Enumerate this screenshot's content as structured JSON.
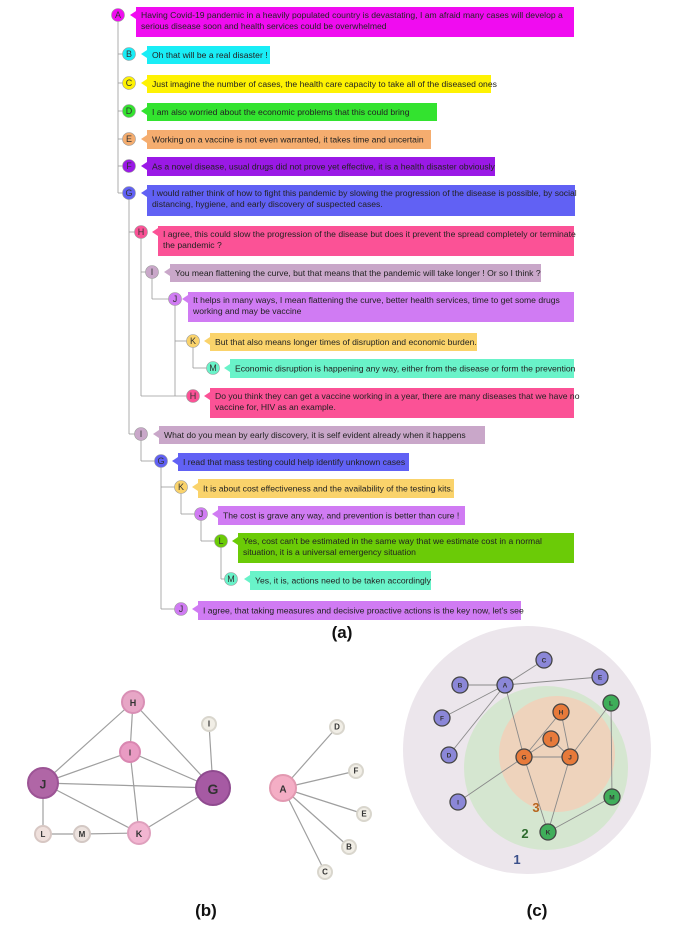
{
  "panel_labels": {
    "a": "(a)",
    "b": "(b)",
    "c": "(c)"
  },
  "thread": [
    {
      "id": "A",
      "lines": [
        "Having Covid-19 pandemic in a heavily populated country is devastating, I am afraid many cases will develop a",
        "serious disease soon and health services could be overwhelmed"
      ],
      "color": "#f00cf0",
      "avatar": "#f00cf0"
    },
    {
      "id": "B",
      "lines": [
        "Oh that will be a real disaster !"
      ],
      "color": "#19edf6",
      "avatar": "#19edf6"
    },
    {
      "id": "C",
      "lines": [
        "Just imagine the number of cases, the health care capacity to take all of the diseased ones"
      ],
      "color": "#fef203",
      "avatar": "#fef203"
    },
    {
      "id": "D",
      "lines": [
        "I am also worried about the economic problems that this could bring"
      ],
      "color": "#33e32f",
      "avatar": "#33e32f"
    },
    {
      "id": "E",
      "lines": [
        "Working on a vaccine is not even warranted, it takes time and uncertain"
      ],
      "color": "#f5ad6f",
      "avatar": "#f5ad6f"
    },
    {
      "id": "F",
      "lines": [
        "As a novel disease, usual drugs did not prove yet effective, it is a health disaster obviously"
      ],
      "color": "#9a19e6",
      "avatar": "#9a19e6"
    },
    {
      "id": "G",
      "lines": [
        "I would rather think of how to fight this pandemic by slowing the progression of the disease is possible, by social",
        "distancing, hygiene, and early discovery of suspected cases."
      ],
      "color": "#6161f4",
      "avatar": "#6161f4"
    },
    {
      "id": "H",
      "lines": [
        "I agree, this could slow the progression of the disease but does it prevent the spread completely or terminate",
        "the pandemic ?"
      ],
      "color": "#fb5296",
      "avatar": "#fb5296"
    },
    {
      "id": "I",
      "lines": [
        "You mean flattening the curve, but that means that the pandemic will take longer ! Or so I think ?"
      ],
      "color": "#c9a7c9",
      "avatar": "#c9a7c9"
    },
    {
      "id": "J",
      "lines": [
        "It helps in many ways, I mean flattening the curve, better health services, time to get some drugs",
        "working and may be vaccine"
      ],
      "color": "#d07bf3",
      "avatar": "#d07bf3"
    },
    {
      "id": "K",
      "lines": [
        "But that also means longer times of disruption and economic burden."
      ],
      "color": "#fad36b",
      "avatar": "#fad36b"
    },
    {
      "id": "M",
      "lines": [
        "Economic disruption is happening any way, either from the disease or form the prevention"
      ],
      "color": "#69f3c9",
      "avatar": "#69f3c9"
    },
    {
      "id": "H",
      "lines": [
        "Do you think they can get a vaccine working in a year, there are many diseases that we have no",
        "vaccine for, HIV as an example."
      ],
      "color": "#fb5296",
      "avatar": "#fb5296"
    },
    {
      "id": "I",
      "lines": [
        "What do you mean by early discovery, it is self evident already when it happens"
      ],
      "color": "#c9a7c9",
      "avatar": "#c9a7c9"
    },
    {
      "id": "G",
      "lines": [
        "I read that mass testing could help identify unknown cases"
      ],
      "color": "#6161f4",
      "avatar": "#6161f4"
    },
    {
      "id": "K",
      "lines": [
        "It is about cost effectiveness and the availability of the testing kits."
      ],
      "color": "#fad36b",
      "avatar": "#fad36b"
    },
    {
      "id": "J",
      "lines": [
        "The cost is grave any way, and prevention is better than cure !"
      ],
      "color": "#d07bf3",
      "avatar": "#d07bf3"
    },
    {
      "id": "L",
      "lines": [
        "Yes, cost can't be estimated in the same way that we estimate cost in a normal",
        "situation, it is a universal emergency situation"
      ],
      "color": "#6bcb07",
      "avatar": "#6bcb07"
    },
    {
      "id": "M",
      "lines": [
        "Yes, it is, actions need to be taken accordingly"
      ],
      "color": "#69f3c9",
      "avatar": "#69f3c9"
    },
    {
      "id": "J",
      "lines": [
        "I agree, that taking measures and decisive proactive actions is the key now, let's see"
      ],
      "color": "#d07bf3",
      "avatar": "#d07bf3"
    }
  ],
  "graph_b": {
    "nodes": [
      {
        "id": "H",
        "fill": "#e7a6c6",
        "stroke": "#d98fb5"
      },
      {
        "id": "I",
        "fill": "#e99bc3",
        "stroke": "#d987b1"
      },
      {
        "id": "J",
        "fill": "#b066a6",
        "stroke": "#9c5495"
      },
      {
        "id": "G",
        "fill": "#a65aa3",
        "stroke": "#8f4a8f"
      },
      {
        "id": "K",
        "fill": "#f2b5d1",
        "stroke": "#dfa0bd"
      },
      {
        "id": "L",
        "fill": "#efe0dc",
        "stroke": "#d7c7c3"
      },
      {
        "id": "M",
        "fill": "#ece2de",
        "stroke": "#d3c8c4"
      },
      {
        "id": "I",
        "fill": "#f1eee6",
        "stroke": "#d9d6cd"
      },
      {
        "id": "A",
        "fill": "#f4aec5",
        "stroke": "#e299b1"
      },
      {
        "id": "D",
        "fill": "#f1eee6",
        "stroke": "#d9d6cd"
      },
      {
        "id": "F",
        "fill": "#f1eee6",
        "stroke": "#d9d6cd"
      },
      {
        "id": "E",
        "fill": "#f1eee6",
        "stroke": "#d9d6cd"
      },
      {
        "id": "B",
        "fill": "#f1eee6",
        "stroke": "#d9d6cd"
      },
      {
        "id": "C",
        "fill": "#f1eee6",
        "stroke": "#d9d6cd"
      }
    ],
    "edges": [
      [
        0,
        1
      ],
      [
        0,
        3
      ],
      [
        0,
        2
      ],
      [
        1,
        2
      ],
      [
        1,
        3
      ],
      [
        1,
        4
      ],
      [
        2,
        3
      ],
      [
        2,
        4
      ],
      [
        2,
        5
      ],
      [
        5,
        6
      ],
      [
        6,
        4
      ],
      [
        4,
        3
      ],
      [
        7,
        3
      ],
      [
        8,
        9
      ],
      [
        8,
        10
      ],
      [
        8,
        11
      ],
      [
        8,
        12
      ],
      [
        8,
        13
      ]
    ]
  },
  "graph_c": {
    "ring_labels": [
      "1",
      "2",
      "3"
    ],
    "ring_colors": {
      "outer": "#ece6ec",
      "middle": "#d5e6d0",
      "inner": "#eed3bc",
      "label1": "#3a4f8a",
      "label2": "#2e6b2e",
      "label3": "#b8661f"
    },
    "nodes": [
      {
        "id": "C",
        "fill": "#8b87d8"
      },
      {
        "id": "E",
        "fill": "#8b87d8"
      },
      {
        "id": "B",
        "fill": "#8b87d8"
      },
      {
        "id": "A",
        "fill": "#8b87d8"
      },
      {
        "id": "F",
        "fill": "#8b87d8"
      },
      {
        "id": "D",
        "fill": "#8b87d8"
      },
      {
        "id": "I",
        "fill": "#8b87d8"
      },
      {
        "id": "H",
        "fill": "#e77a3a"
      },
      {
        "id": "I",
        "fill": "#e77a3a"
      },
      {
        "id": "G",
        "fill": "#e77a3a"
      },
      {
        "id": "J",
        "fill": "#e77a3a"
      },
      {
        "id": "L",
        "fill": "#3fae5a"
      },
      {
        "id": "M",
        "fill": "#3fae5a"
      },
      {
        "id": "K",
        "fill": "#3fae5a"
      }
    ],
    "edges": [
      [
        3,
        0
      ],
      [
        3,
        1
      ],
      [
        3,
        2
      ],
      [
        3,
        4
      ],
      [
        3,
        5
      ],
      [
        3,
        9
      ],
      [
        9,
        6
      ],
      [
        9,
        7
      ],
      [
        9,
        8
      ],
      [
        9,
        10
      ],
      [
        7,
        10
      ],
      [
        8,
        10
      ],
      [
        10,
        11
      ],
      [
        11,
        12
      ],
      [
        12,
        13
      ],
      [
        13,
        10
      ],
      [
        13,
        9
      ]
    ]
  }
}
